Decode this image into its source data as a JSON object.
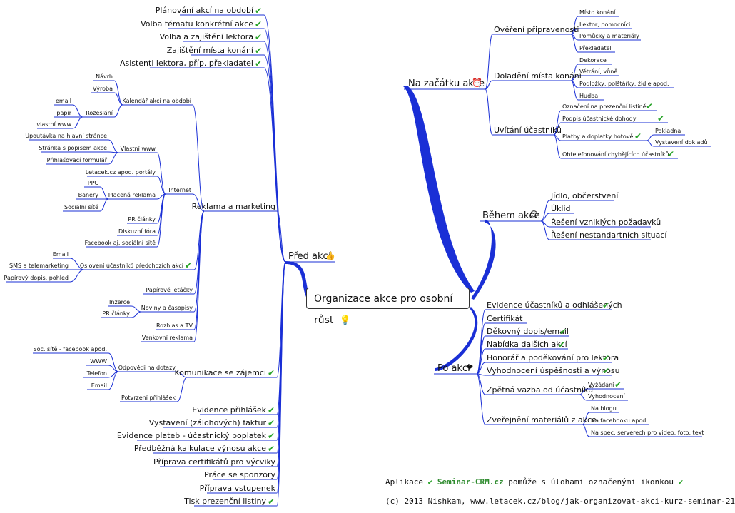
{
  "central": {
    "label": "Organizace akce pro osobní růst",
    "icon": "lightbulb-icon"
  },
  "colors": {
    "line": "#1a2fd6",
    "check": "#27a327",
    "brand": "#2e8b2e",
    "text": "#111111"
  },
  "branches": {
    "pred_akci": {
      "label": "Před akcí",
      "icon": "thumbs-up-icon"
    },
    "na_zacatku": {
      "label": "Na začátku akce",
      "icon": "clock-icon"
    },
    "behem": {
      "label": "Během akce",
      "icon": "smiley-icon"
    },
    "po_akci": {
      "label": "Po akci",
      "icon": "heart-icon"
    }
  },
  "nodes": {
    "planovani": "Plánování akcí na období",
    "volba_tematu": "Volba tématu konkrétní akce",
    "volba_lektora": "Volba a zajištění lektora",
    "zajisteni_mista": "Zajištění místa konání",
    "asistenti": "Asistenti lektora, příp. překladatel",
    "kalendar": "Kalendář akcí na období",
    "navrh": "Návrh",
    "vyroba": "Výroba",
    "rozeslani": "Rozeslání",
    "email": "email",
    "papir": "papír",
    "vlastni_www_small": "vlastní www",
    "upoutavka": "Upoutávka na hlavní stránce",
    "vlastni_www": "Vlastní www",
    "stranka": "Stránka s popisem akce",
    "prihlasovaci": "Přihlašovací formulář",
    "internet": "Internet",
    "letacek_portaly": "Letacek.cz apod. portály",
    "ppc": "PPC",
    "bannery": "Banery",
    "placena_reklama": "Placená reklama",
    "socialni_site": "Sociální sítě",
    "pr_clanky": "PR články",
    "diskuzni_fora": "Diskuzní fóra",
    "facebook_soc": "Facebook aj. sociální sítě",
    "reklama": "Reklama a marketing",
    "email2": "Email",
    "sms": "SMS a telemarketing",
    "osloveni": "Oslovení účastníků předchozích akcí",
    "papirovy_dopis": "Papírový dopis, pohled",
    "papirove_letacky": "Papírové letáčky",
    "inzerce": "Inzerce",
    "noviny": "Noviny a časopisy",
    "pr_clanky2": "PR články",
    "rozhlas": "Rozhlas a TV",
    "venkovni": "Venkovní reklama",
    "soc_site_fb": "Soc. sítě - facebook apod.",
    "odpovedi": "Odpovědi na dotazy",
    "www": "WWW",
    "telefon": "Telefon",
    "email3": "Email",
    "komunikace": "Komunikace se zájemci",
    "potvrzeni": "Potvrzení přihlášek",
    "evidence_prihlasek": "Evidence přihlášek",
    "vystaveni_faktur": "Vystavení (zálohových) faktur",
    "evidence_plateb": "Evidence plateb - účastnický poplatek",
    "predbezna": "Předběžná kalkulace výnosu akce",
    "priprava_cert": "Příprava certifikátů pro výcviky",
    "sponzory": "Práce se sponzory",
    "vstupenky": "Příprava vstupenek",
    "tisk": "Tisk prezenční listiny",
    "overeni": "Ověření připravenosti",
    "misto_konani": "Místo konání",
    "lektor_pomocnici": "Lektor, pomocníci",
    "pomucky": "Pomůcky a materiály",
    "prekladatel": "Překladatel",
    "dekorace": "Dekorace",
    "vetrani": "Větrání, vůně",
    "doladeni": "Doladění místa konání",
    "podlozky": "Podložky, polštářky, židle apod.",
    "hudba": "Hudba",
    "oznaceni": "Označení na prezenční listině",
    "podpis": "Podpis účastnické dohody",
    "uvitani": "Uvítání účastníků",
    "platby": "Platby a doplatky hotově",
    "pokladna": "Pokladna",
    "vystaveni_dokladu": "Vystavení dokladů",
    "obtelefonovani": "Obtelefonování chybějících účastníků",
    "jidlo": "Jídlo, občerstvení",
    "uklid": "Úklid",
    "reseni_pozadavku": "Řešení vzniklých požadavků",
    "reseni_situaci": "Řešení nestandartních situací",
    "evidence_ucastniku": "Evidence účastníků a odhlášených",
    "certifikat": "Certifikát",
    "dekovny": "Děkovný dopis/email",
    "nabidka": "Nabídka dalších akcí",
    "honorar": "Honorář a poděkování pro lektora",
    "vyhodnoceni_usp": "Vyhodnocení úspěšnosti a výnosu",
    "zpetna_vazba": "Zpětná vazba od účastníků",
    "vyzadani": "Vyžádání",
    "vyhodnoceni": "Vyhodnocení",
    "zverejneni": "Zveřejnění materiálů z akce",
    "na_blogu": "Na blogu",
    "na_facebooku": "Na facebooku apod.",
    "na_spec": "Na spec. serverech pro video, foto, text"
  },
  "footer": {
    "line1_prefix": "Aplikace",
    "brand": "Seminar-CRM.cz",
    "line1_suffix": "pomůže s úlohami označenými ikonkou",
    "line2": "(c) 2013 Nishkam, www.letacek.cz/blog/jak-organizovat-akci-kurz-seminar-21"
  },
  "check_symbol": "✔"
}
